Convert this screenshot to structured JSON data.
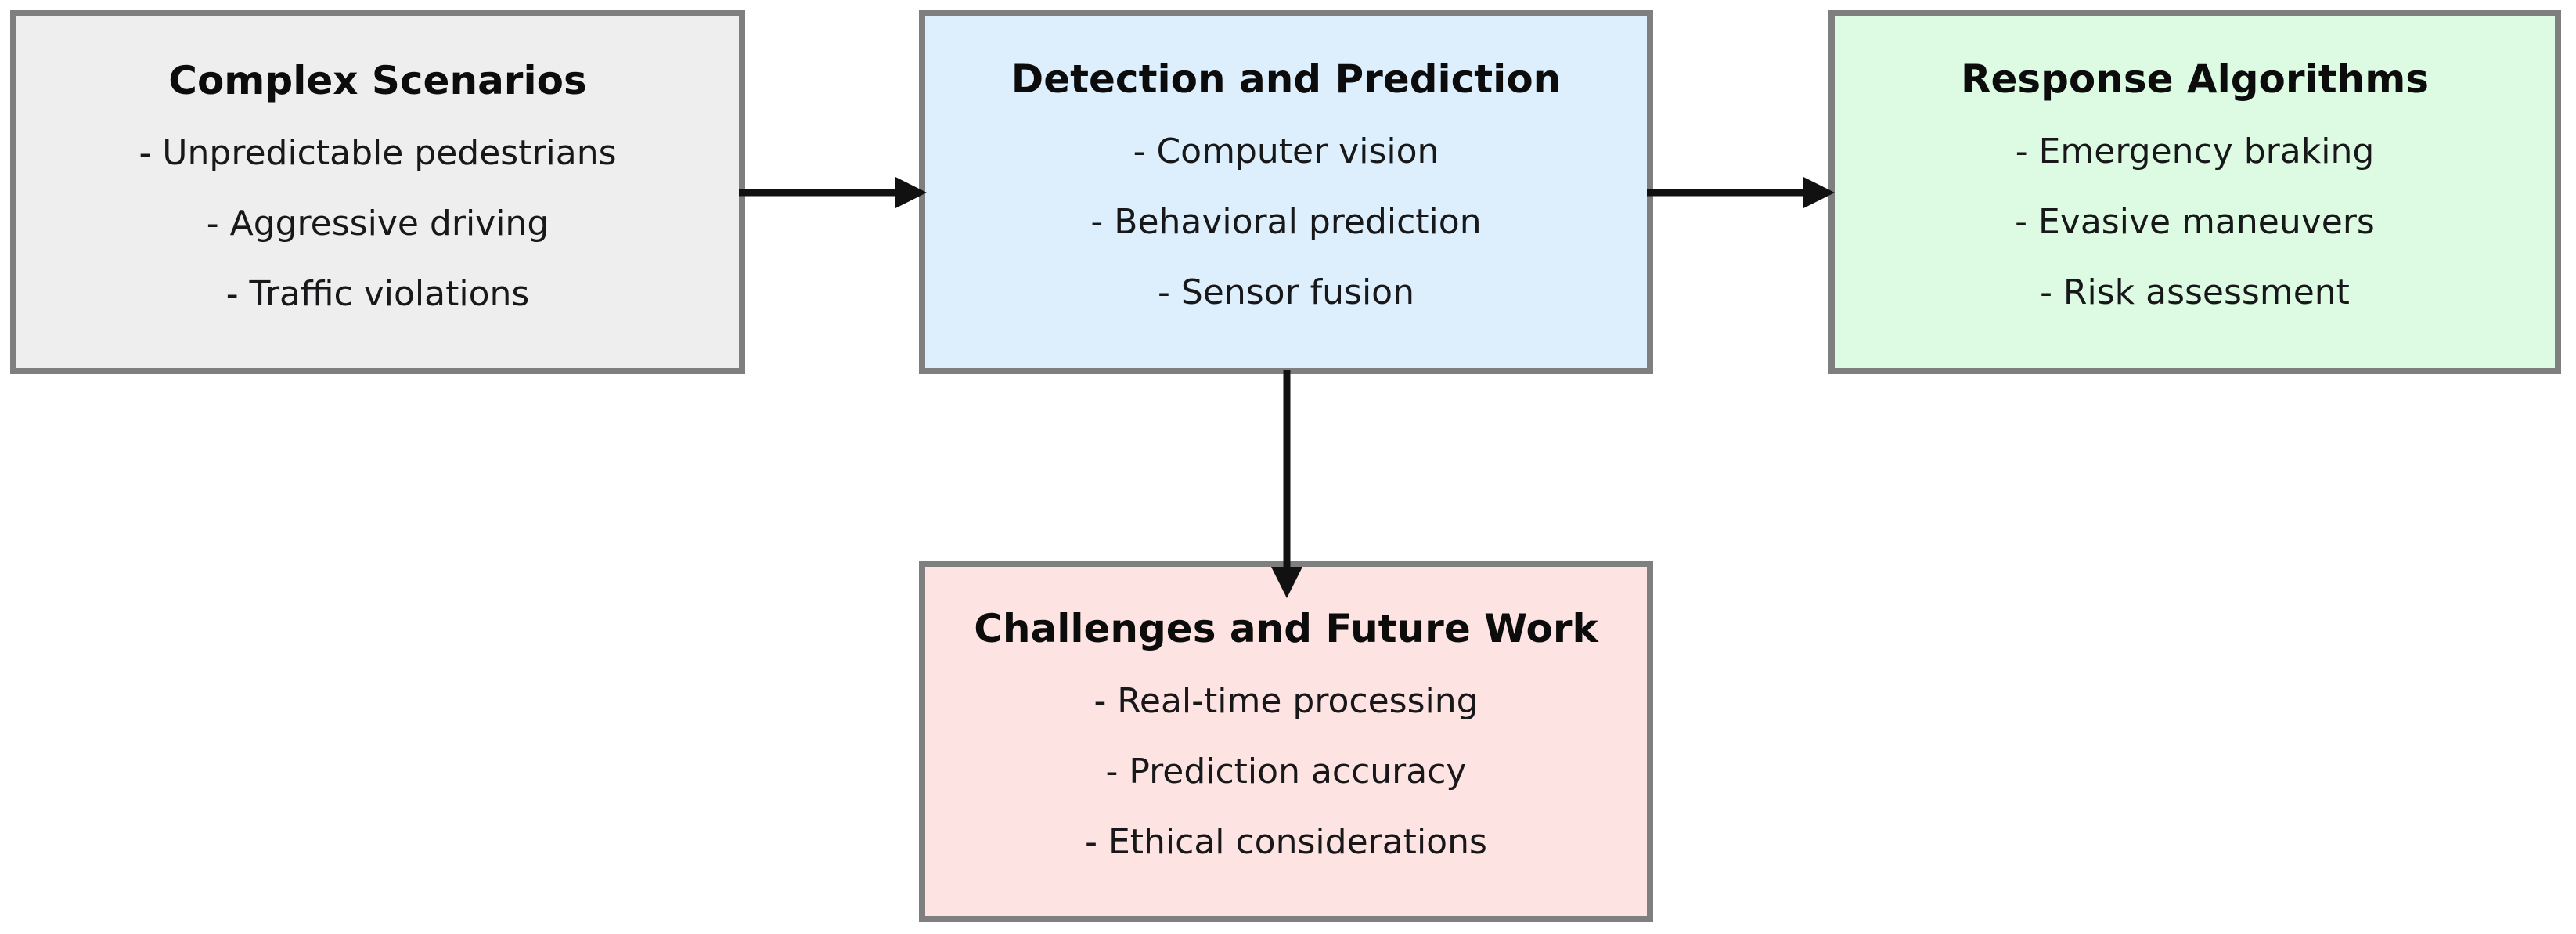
{
  "diagram": {
    "type": "flowchart",
    "direction": "left-to-right with one downward branch",
    "nodes": [
      {
        "id": "complex-scenarios",
        "title": "Complex Scenarios",
        "fill_color": "#eeeeee",
        "border_color": "#7f7f7f",
        "items": [
          "- Unpredictable pedestrians",
          "- Aggressive driving",
          "- Traffic violations"
        ]
      },
      {
        "id": "detection-prediction",
        "title": "Detection and Prediction",
        "fill_color": "#ddeffc",
        "border_color": "#7f7f7f",
        "items": [
          "- Computer vision",
          "- Behavioral prediction",
          "- Sensor fusion"
        ]
      },
      {
        "id": "response-algorithms",
        "title": "Response Algorithms",
        "fill_color": "#ddfbe3",
        "border_color": "#7f7f7f",
        "items": [
          "- Emergency braking",
          "- Evasive maneuvers",
          "- Risk assessment"
        ]
      },
      {
        "id": "challenges-future-work",
        "title": "Challenges and Future Work",
        "fill_color": "#fde3e1",
        "border_color": "#7f7f7f",
        "items": [
          "- Real-time processing",
          "- Prediction accuracy",
          "- Ethical considerations"
        ]
      }
    ],
    "edges": [
      {
        "id": "scenarios-to-detection",
        "from": "complex-scenarios",
        "to": "detection-prediction",
        "label": "",
        "orientation": "horizontal",
        "color": "#111111"
      },
      {
        "id": "detection-to-response",
        "from": "detection-prediction",
        "to": "response-algorithms",
        "label": "",
        "orientation": "horizontal",
        "color": "#111111"
      },
      {
        "id": "detection-to-challenges",
        "from": "detection-prediction",
        "to": "challenges-future-work",
        "label": "",
        "orientation": "vertical",
        "color": "#111111"
      }
    ]
  }
}
